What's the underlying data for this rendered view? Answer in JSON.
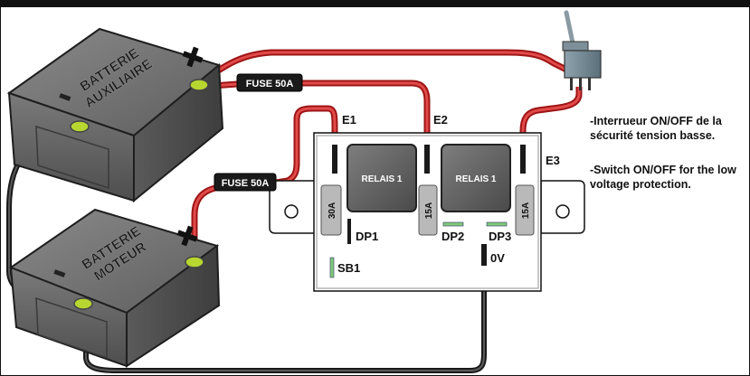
{
  "batteries": {
    "aux_line1": "BATTERIE",
    "aux_line2": "AUXILIAIRE",
    "motor_line1": "BATTERIE",
    "motor_line2": "MOTEUR"
  },
  "fuses": {
    "top": "FUSE 50A",
    "bottom": "FUSE 50A"
  },
  "relays": {
    "left": "RELAIS 1",
    "right": "RELAIS 1"
  },
  "terminals": {
    "e1": "E1",
    "e2": "E2",
    "e3": "E3",
    "dp1": "DP1",
    "dp2": "DP2",
    "dp3": "DP3",
    "sb1": "SB1",
    "zero_v": "0V"
  },
  "board_fuses": {
    "f1": "30A",
    "f2": "15A",
    "f3": "15A"
  },
  "notes": {
    "fr": "-Interrueur ON/OFF de la sécurité tension basse.",
    "en": "-Switch ON/OFF for the low voltage protection."
  },
  "colors": {
    "red_wire": "#d32222",
    "black_wire": "#1a1a1a",
    "battery_body": "#6d6d6d",
    "terminal_green": "#b8d630"
  }
}
